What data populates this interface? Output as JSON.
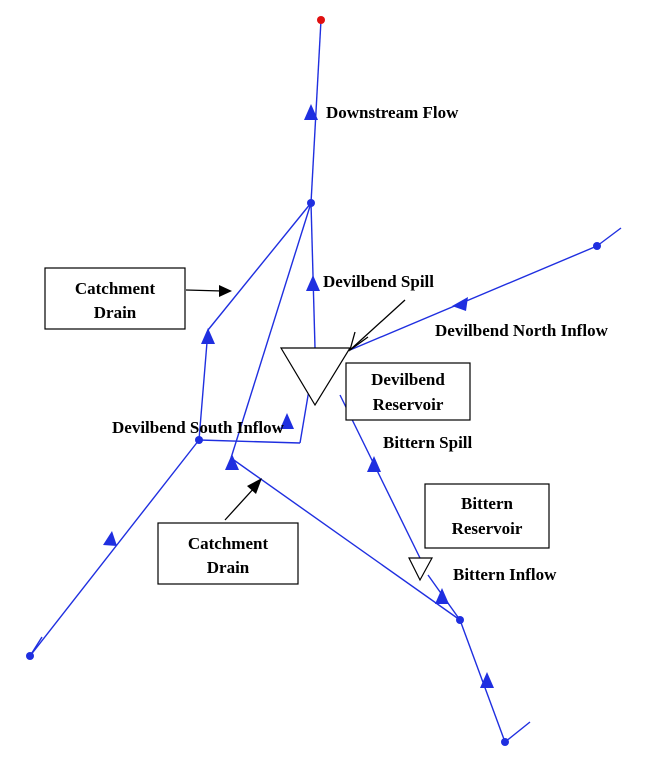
{
  "colors": {
    "link": "#1f2fe0",
    "node": "#1f2fe0",
    "outlet": "#e01010",
    "text": "#000000"
  },
  "labels": {
    "downstream_flow": "Downstream Flow",
    "devilbend_spill": "Devilbend Spill",
    "devilbend_north_inflow": "Devilbend North Inflow",
    "devilbend_south_inflow": "Devilbend South Inflow",
    "bittern_spill": "Bittern Spill",
    "bittern_inflow": "Bittern Inflow"
  },
  "boxes": {
    "catchment_drain_1": {
      "line1": "Catchment",
      "line2": "Drain"
    },
    "catchment_drain_2": {
      "line1": "Catchment",
      "line2": "Drain"
    },
    "devilbend_reservoir": {
      "line1": "Devilbend",
      "line2": "Reservoir"
    },
    "bittern_reservoir": {
      "line1": "Bittern",
      "line2": "Reservoir"
    }
  }
}
